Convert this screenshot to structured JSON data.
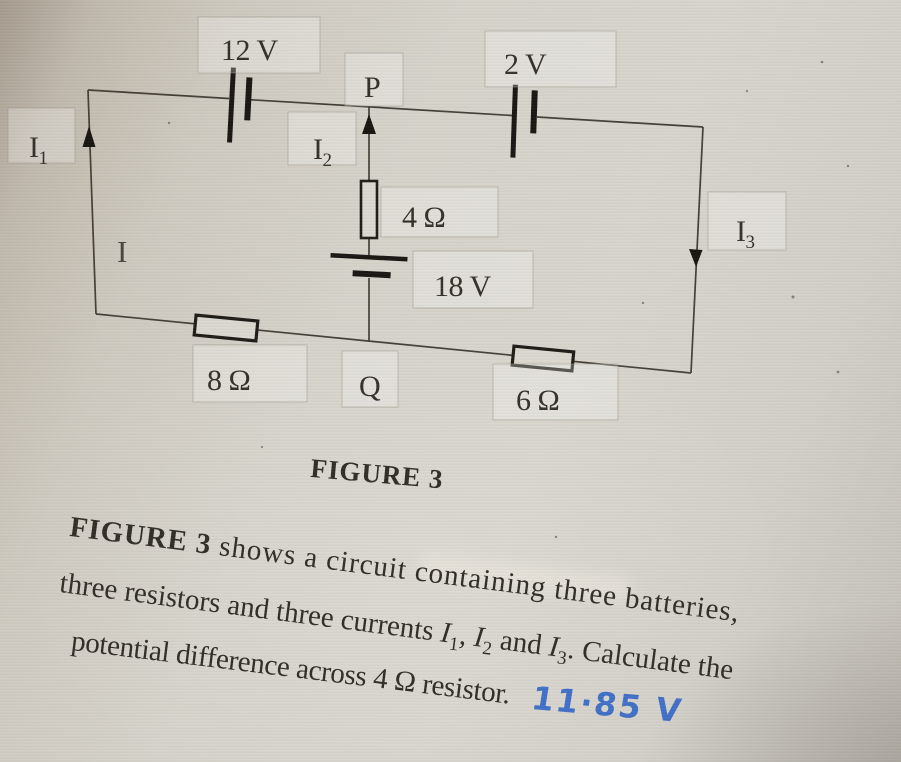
{
  "figure": {
    "battery12": {
      "label": "12 V"
    },
    "battery2": {
      "label": "2 V"
    },
    "battery18": {
      "label": "18 V"
    },
    "resistor4": {
      "label": "4 Ω"
    },
    "resistor8": {
      "label": "8 Ω"
    },
    "resistor6": {
      "label": "6 Ω"
    },
    "nodeP": {
      "label": "P"
    },
    "nodeQ": {
      "label": "Q"
    },
    "current1": {
      "base": "I",
      "sub": "1"
    },
    "current2": {
      "base": "I",
      "sub": "2"
    },
    "current3": {
      "base": "I",
      "sub": "3"
    },
    "cursor_glyph": "I"
  },
  "caption": "FIGURE 3",
  "problem": {
    "l1_bold": "FIGURE 3",
    "l1_rest": " shows a circuit containing three batteries,",
    "l2_a": "three resistors and three currents ",
    "l2_i1": "I",
    "l2_s1": "1",
    "l2_b": ", ",
    "l2_i2": "I",
    "l2_s2": "2",
    "l2_c": " and ",
    "l2_i3": "I",
    "l2_s3": "3",
    "l2_d": ". Calculate the",
    "l3": "potential difference across 4 Ω resistor.",
    "answer": "11·85 V"
  },
  "colors": {
    "paper": "#d5d2ca",
    "ink": "#2e2a24",
    "answer_blue": "#3e6ec6"
  }
}
